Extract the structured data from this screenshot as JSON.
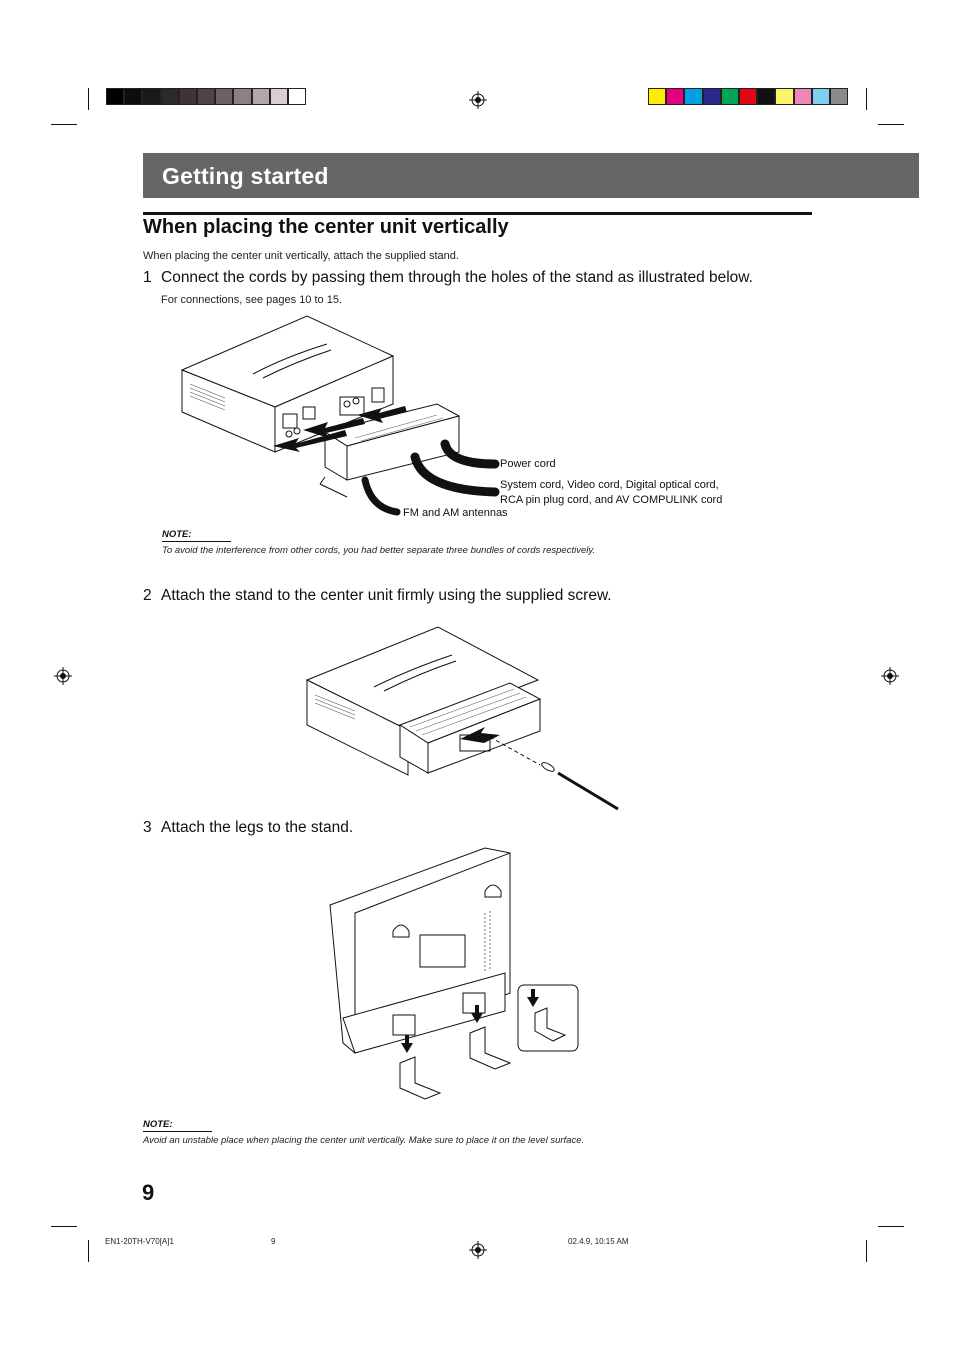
{
  "print_marks": {
    "gray_swatches": [
      "#000000",
      "#0d0d0d",
      "#1a1a1a",
      "#2a2a2a",
      "#3d3535",
      "#4d4545",
      "#6a6262",
      "#8a8282",
      "#b0a8a8",
      "#d8d0d0",
      "#ffffff"
    ],
    "color_swatches": [
      "#ffec00",
      "#e6007e",
      "#009fe3",
      "#2a2a8c",
      "#00a651",
      "#e30613",
      "#111111",
      "#fff36b",
      "#ef86b8",
      "#7fcfef",
      "#8a8a8a"
    ]
  },
  "header": {
    "title": "Getting started"
  },
  "section": {
    "title": "When placing the center unit vertically",
    "intro": "When placing the center unit vertically, attach the supplied stand."
  },
  "steps": [
    {
      "number": "1",
      "text": "Connect the cords by passing them through the holes of the stand as illustrated below."
    },
    {
      "number": "2",
      "text": "Attach the stand to the center unit firmly using the supplied screw."
    },
    {
      "number": "3",
      "text": "Attach the legs to the stand."
    }
  ],
  "step1_subnote": "For connections, see pages 10 to 15.",
  "figure1_callouts": {
    "power": "Power cord",
    "system_line1": "System cord, Video cord, Digital optical cord,",
    "system_line2": "RCA pin plug cord, and AV COMPULINK cord",
    "antennas": "FM and AM antennas"
  },
  "note1": {
    "label": "NOTE:",
    "text": "To avoid the interference from other cords, you had better separate three bundles of cords respectively."
  },
  "note2": {
    "label": "NOTE:",
    "text": "Avoid an unstable place when placing the center unit vertically. Make sure to place it on the level surface."
  },
  "page_number": "9",
  "footer": {
    "file": "EN1-20TH-V70[A]1",
    "page": "9",
    "timestamp": "02.4.9, 10:15 AM"
  }
}
